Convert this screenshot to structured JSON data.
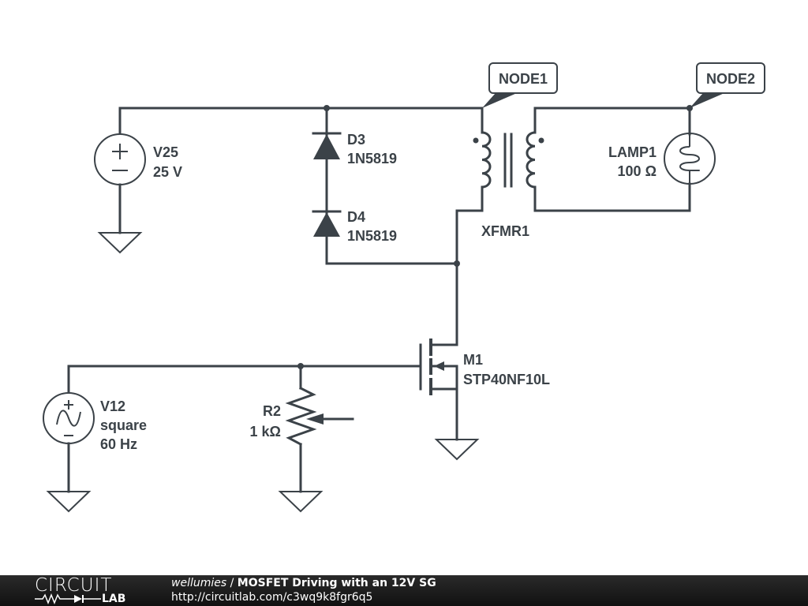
{
  "schematic": {
    "components": {
      "v25": {
        "name": "V25",
        "value": "25 V",
        "type": "dc-voltage-source"
      },
      "d3": {
        "name": "D3",
        "part": "1N5819",
        "type": "diode"
      },
      "d4": {
        "name": "D4",
        "part": "1N5819",
        "type": "diode"
      },
      "xfmr1": {
        "name": "XFMR1",
        "type": "transformer"
      },
      "lamp1": {
        "name": "LAMP1",
        "value": "100 Ω",
        "type": "lamp"
      },
      "m1": {
        "name": "M1",
        "part": "STP40NF10L",
        "type": "n-mosfet"
      },
      "v12": {
        "name": "V12",
        "wave": "square",
        "freq": "60 Hz",
        "type": "ac-voltage-source"
      },
      "r2": {
        "name": "R2",
        "value": "1 kΩ",
        "type": "potentiometer"
      }
    },
    "node_labels": {
      "node1": "NODE1",
      "node2": "NODE2"
    }
  },
  "footer": {
    "logo_top": "CIRCUIT",
    "logo_bottom": "LAB",
    "author": "wellumies",
    "separator": " / ",
    "title": "MOSFET Driving with an 12V SG",
    "url": "http://circuitlab.com/c3wq9k8fgr6q5"
  }
}
